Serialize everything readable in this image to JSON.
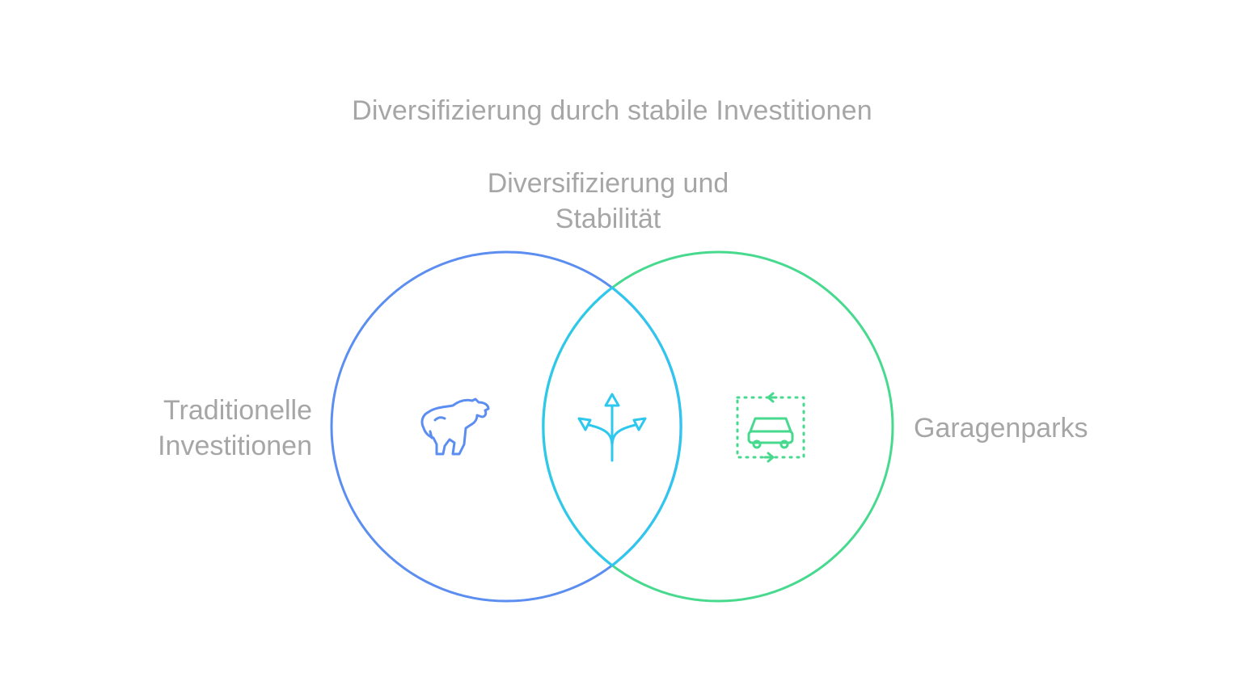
{
  "title": "Diversifizierung durch stabile Investitionen",
  "overlap": {
    "label": "Diversifizierung und Stabilität",
    "icon": "three-way-arrows-icon"
  },
  "left_set": {
    "label": "Traditionelle Investitionen",
    "icon": "bear-icon",
    "color": "#5b8ef0"
  },
  "right_set": {
    "label": "Garagenparks",
    "icon": "car-parking-icon",
    "color": "#47d98e"
  },
  "overlap_color": "#2ec8ee"
}
